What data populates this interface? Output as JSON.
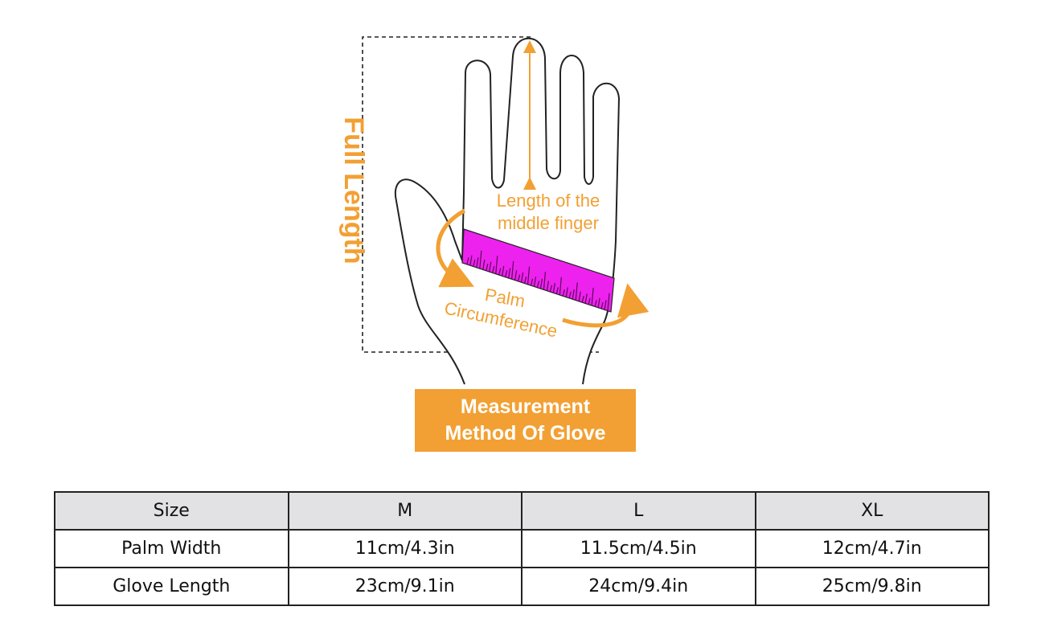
{
  "diagram": {
    "full_length_label": "Full Length",
    "middle_finger_label": [
      "Length of the",
      "middle finger"
    ],
    "palm_label": [
      "Palm",
      "Circumference"
    ],
    "title": [
      "Measurement",
      "Method Of Glove"
    ],
    "colors": {
      "accent": "#f2a033",
      "ruler": "#ee22ee",
      "outline": "#222222"
    }
  },
  "size_table": {
    "header": [
      "Size",
      "M",
      "L",
      "XL"
    ],
    "rows": [
      [
        "Palm Width",
        "11cm/4.3in",
        "11.5cm/4.5in",
        "12cm/4.7in"
      ],
      [
        "Glove Length",
        "23cm/9.1in",
        "24cm/9.4in",
        "25cm/9.8in"
      ]
    ]
  }
}
